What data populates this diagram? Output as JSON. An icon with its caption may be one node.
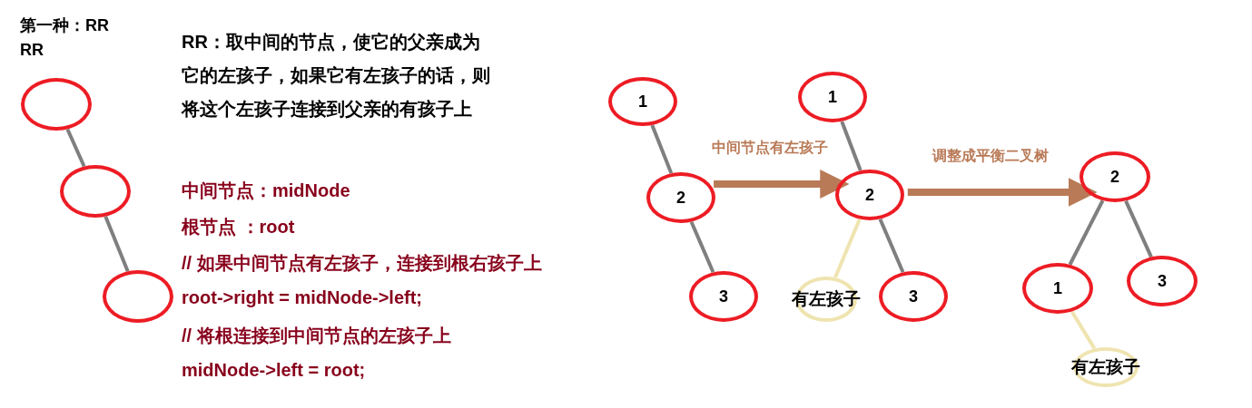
{
  "diagram": {
    "nodes": [
      {
        "text": [],
        "shape": "circle"
      },
      {
        "text": [],
        "shape": "circle"
      },
      {
        "text": [],
        "shape": "circle"
      },
      {
        "text": [
          "1"
        ]
      },
      {
        "text": [
          "2"
        ]
      },
      {
        "text": [
          "3"
        ]
      },
      {
        "text": [
          "1"
        ]
      },
      {
        "text": [
          "2"
        ]
      },
      {
        "text": [
          "有左孩子"
        ]
      },
      {
        "text": [
          "3"
        ]
      },
      {
        "text": [
          "2"
        ]
      },
      {
        "text": [
          "1"
        ]
      },
      {
        "text": [
          "3"
        ]
      },
      {
        "text": [
          "有左孩子"
        ]
      }
    ],
    "edges": [
      {
        "from": 0,
        "to": 1,
        "arrow": "none"
      },
      {
        "from": 1,
        "to": 2,
        "arrow": "none"
      },
      {
        "from": 3,
        "to": 4,
        "arrow": "none"
      },
      {
        "from": 4,
        "to": 5,
        "arrow": "none"
      },
      {
        "from": 6,
        "to": 7,
        "arrow": "none"
      },
      {
        "from": 7,
        "to": 8,
        "arrow": "none",
        "color": "#efe4b0"
      },
      {
        "from": 7,
        "to": 9,
        "arrow": "none"
      },
      {
        "from": 10,
        "to": 11,
        "arrow": "none"
      },
      {
        "from": 10,
        "to": 12,
        "arrow": "none"
      },
      {
        "from": 11,
        "to": 13,
        "arrow": "none",
        "color": "#efe4b0"
      },
      {
        "from": 4,
        "to": 7,
        "arrow": "to",
        "label": "中间节点有左孩子",
        "style": "thick",
        "color": "#b97a57"
      },
      {
        "from": 7,
        "to": 10,
        "arrow": "to",
        "label": "调整成平衡二叉树",
        "style": "thick",
        "color": "#b97a57"
      }
    ],
    "labels": [
      "第一种：RR",
      "RR",
      "RR：取中间的节点，使它的父亲成为它的左孩子，如果它有左孩子的话，则将这个左孩子连接到父亲的有孩子上",
      "中间节点：midNode",
      "根节点 ：root",
      "// 如果中间节点有左孩子，连接到根右孩子上",
      "root->right = midNode->left;",
      "// 将根连接到中间节点的左孩子上",
      "midNode->left = root;"
    ]
  }
}
